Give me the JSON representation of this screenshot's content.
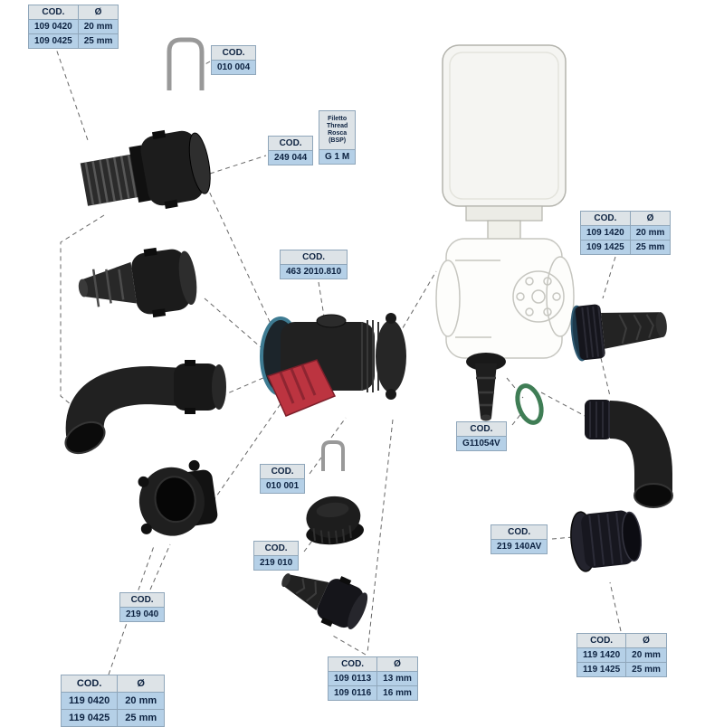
{
  "strings": {
    "cod": "COD.",
    "dia": "Ø"
  },
  "colors": {
    "label_header_bg": "#dde3e7",
    "label_value_bg": "#b5d0e7",
    "label_border": "#8fa6ba",
    "label_text": "#0d2240",
    "connector_line": "#666666",
    "part_dark": "#1c1c1c",
    "valve_handle_red": "#bc3440",
    "valve_ring_teal": "#3e7b92",
    "oring_green": "#3f7d55",
    "actuator_white": "#f5f5f2"
  },
  "tables": {
    "top_left": {
      "rows": [
        {
          "code": "109 0420",
          "size": "20 mm"
        },
        {
          "code": "109 0425",
          "size": "25 mm"
        }
      ]
    },
    "mid_right": {
      "rows": [
        {
          "code": "109 1420",
          "size": "20 mm"
        },
        {
          "code": "109 1425",
          "size": "25 mm"
        }
      ]
    },
    "bottom_left": {
      "rows": [
        {
          "code": "119 0420",
          "size": "20 mm"
        },
        {
          "code": "119 0425",
          "size": "25 mm"
        }
      ]
    },
    "bottom_center": {
      "rows": [
        {
          "code": "109 0113",
          "size": "13 mm"
        },
        {
          "code": "109 0116",
          "size": "16 mm"
        }
      ]
    },
    "bottom_right": {
      "rows": [
        {
          "code": "119 1420",
          "size": "20 mm"
        },
        {
          "code": "119 1425",
          "size": "25 mm"
        }
      ]
    }
  },
  "callouts": {
    "clip_large": {
      "code": "010 004"
    },
    "thread_fitting": {
      "code": "249 044"
    },
    "thread_spec": {
      "line1": "Filetto",
      "line2": "Thread",
      "line3": "Rosca",
      "line4": "(BSP)",
      "value": "G 1 M"
    },
    "valve_body": {
      "code": "463 2010.810"
    },
    "oring": {
      "code": "G11054V"
    },
    "clip_small": {
      "code": "010 001"
    },
    "cap": {
      "code": "219 010"
    },
    "locknut": {
      "code": "219 040"
    },
    "adapter": {
      "code": "219 140AV"
    }
  }
}
